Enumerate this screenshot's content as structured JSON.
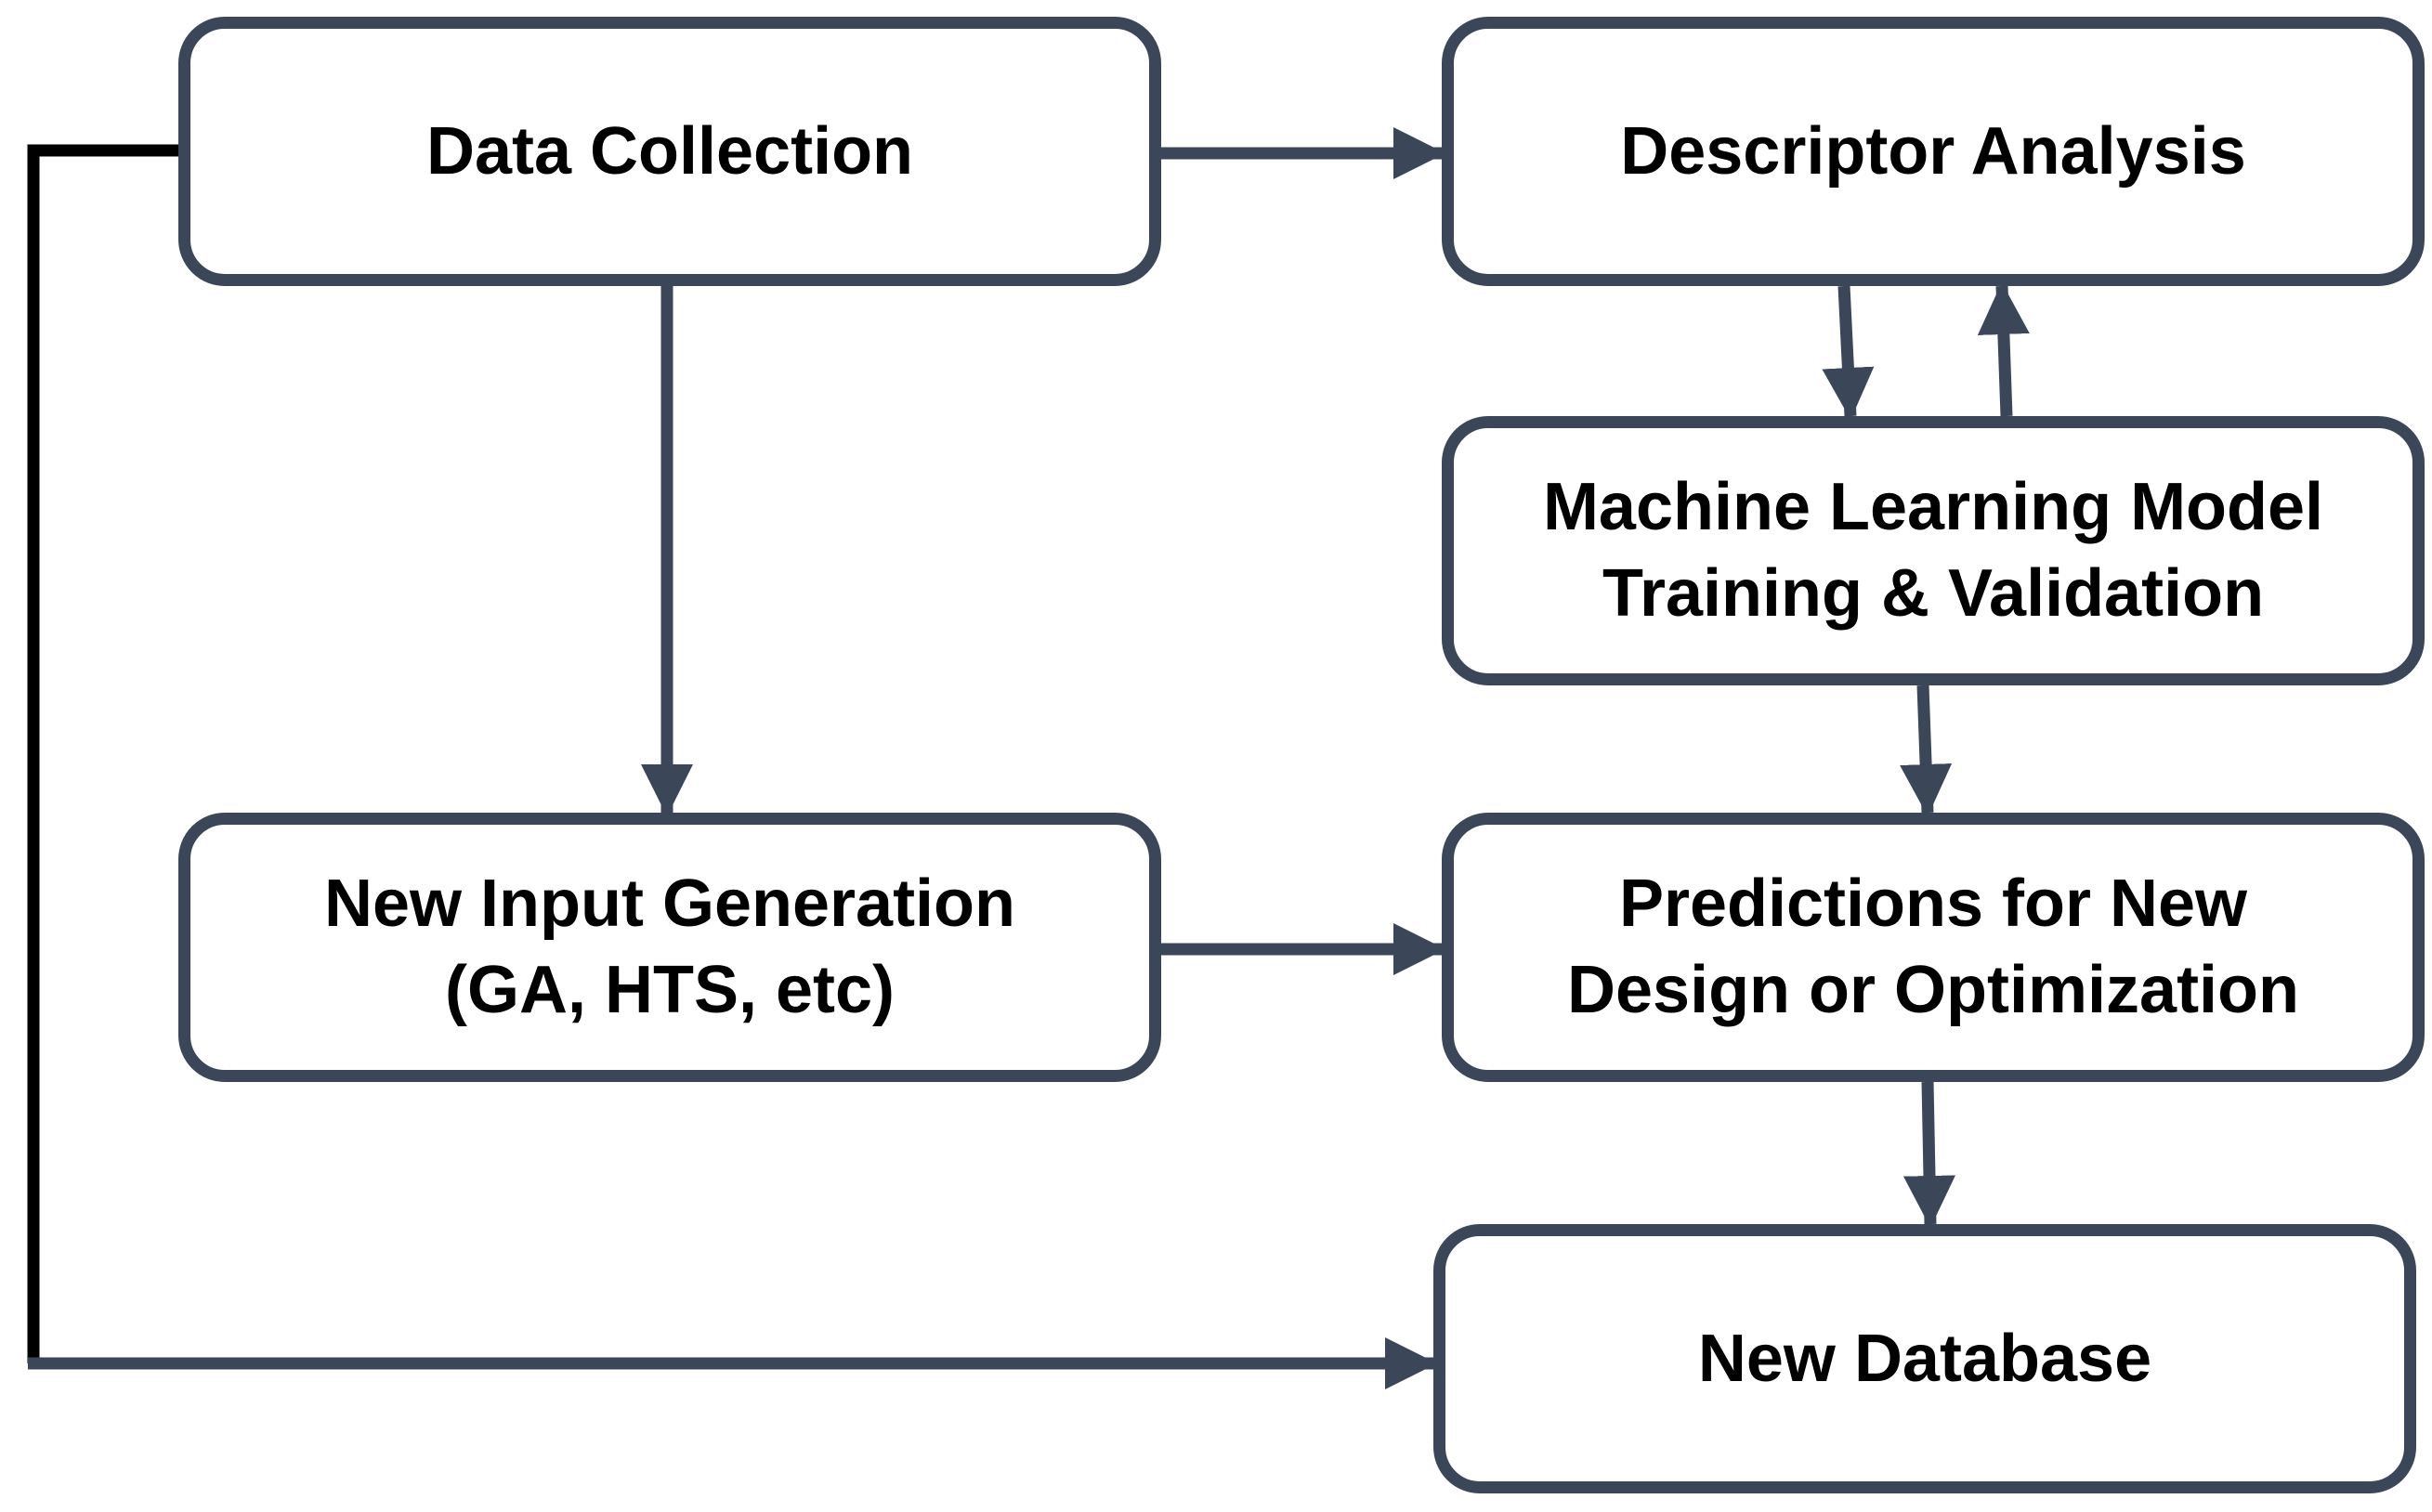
{
  "colors": {
    "box_border": "#3b4658",
    "arrow": "#3b4658",
    "feedback_line": "#000000",
    "text": "#000000",
    "background": "#ffffff"
  },
  "nodes": {
    "data_collection": {
      "lines": [
        "Data Collection"
      ]
    },
    "descriptor_analysis": {
      "lines": [
        "Descriptor Analysis"
      ]
    },
    "ml_model": {
      "lines": [
        "Machine Learning Model",
        "Training & Validation"
      ]
    },
    "new_input": {
      "lines": [
        "New Input Generation",
        "(GA, HTS, etc)"
      ]
    },
    "predictions": {
      "lines": [
        "Predictions for New",
        "Design or Optimization"
      ]
    },
    "new_database": {
      "lines": [
        "New Database"
      ]
    }
  },
  "edges": [
    {
      "from": "data_collection",
      "to": "descriptor_analysis"
    },
    {
      "from": "data_collection",
      "to": "new_input"
    },
    {
      "from": "descriptor_analysis",
      "to": "ml_model"
    },
    {
      "from": "ml_model",
      "to": "descriptor_analysis"
    },
    {
      "from": "ml_model",
      "to": "predictions"
    },
    {
      "from": "new_input",
      "to": "predictions"
    },
    {
      "from": "predictions",
      "to": "new_database"
    },
    {
      "from": "data_collection",
      "to": "new_database"
    }
  ]
}
